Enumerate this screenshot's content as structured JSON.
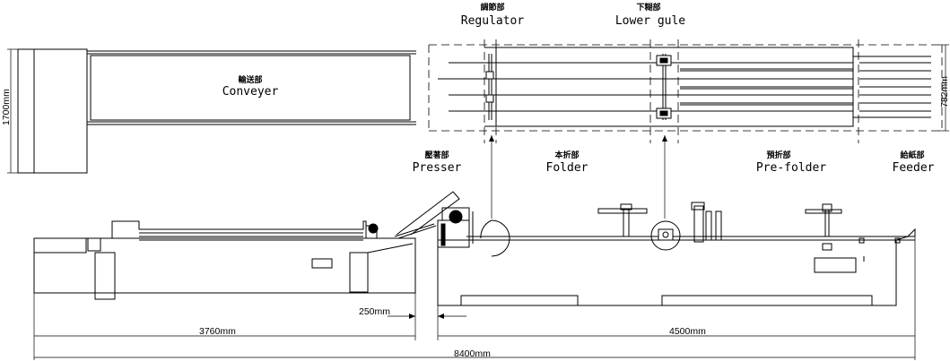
{
  "labels": {
    "conveyer_cn": "輸送部",
    "conveyer_en": "Conveyer",
    "regulator_cn": "調節部",
    "regulator_en": "Regulator",
    "lower_glue_cn": "下糊部",
    "lower_glue_en": "Lower gule",
    "presser_cn": "壓著部",
    "presser_en": "Presser",
    "folder_cn": "本折部",
    "folder_en": "Folder",
    "prefolder_cn": "預折部",
    "prefolder_en": "Pre-folder",
    "feeder_cn": "給紙部",
    "feeder_en": "Feeder"
  },
  "dimensions": {
    "conveyer_width": "1700mm",
    "machine_width": "782mm",
    "gap": "250mm",
    "conveyer_length": "3760mm",
    "machine_length": "4500mm",
    "total_length": "8400mm"
  }
}
